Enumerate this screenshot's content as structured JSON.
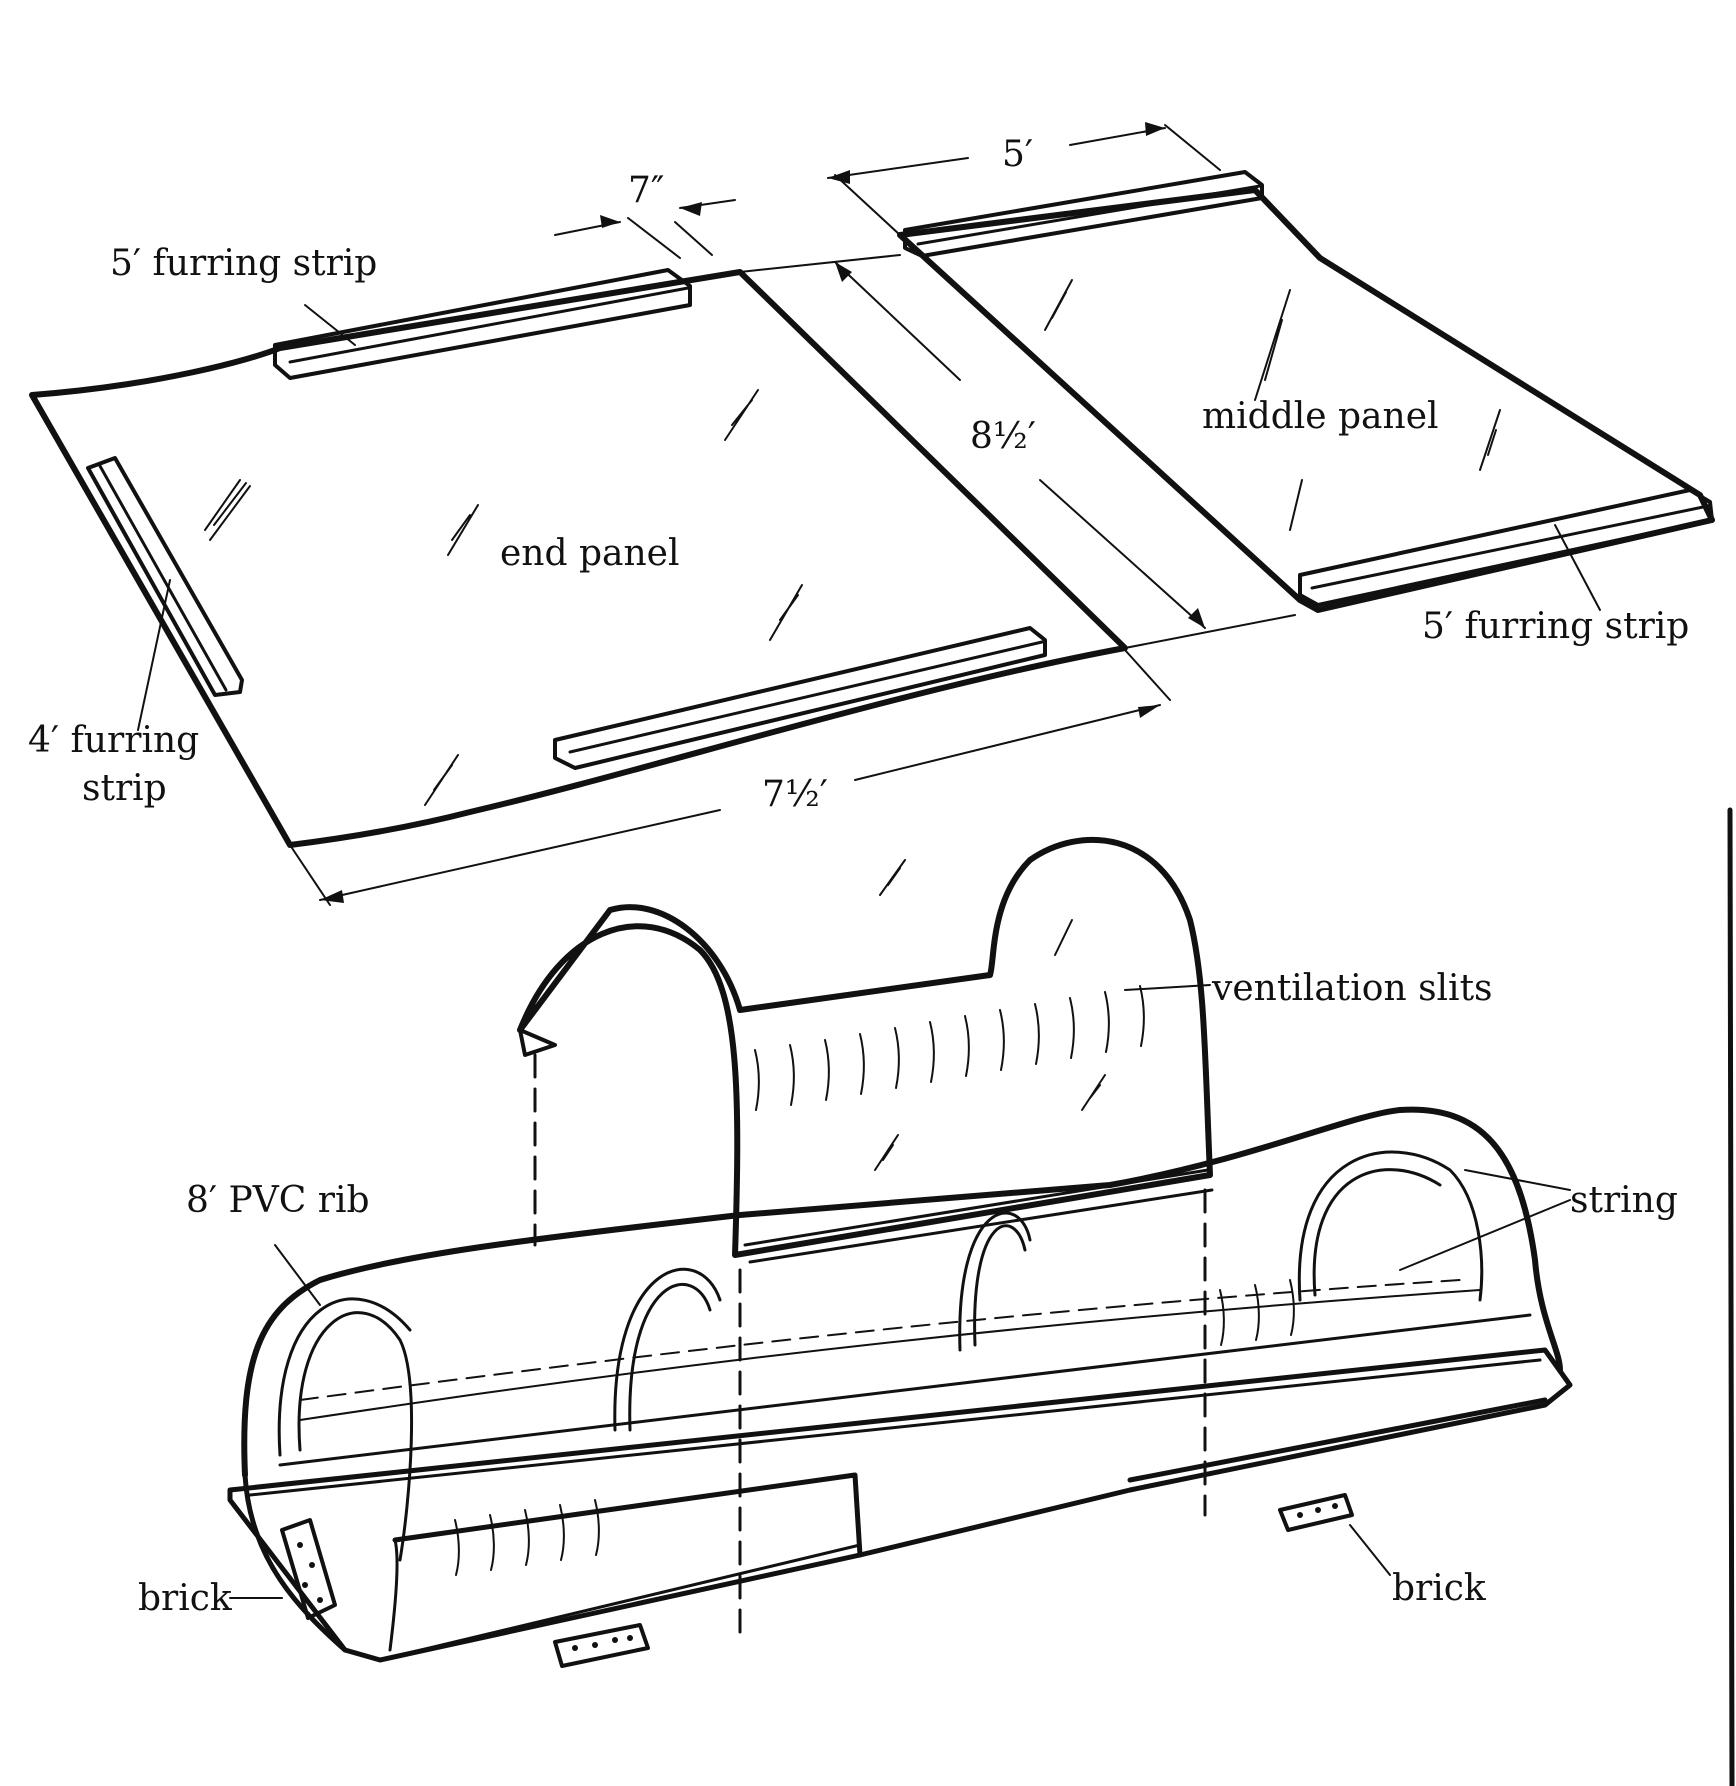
{
  "labels": {
    "dim_7in": "7″",
    "dim_5ft": "5′",
    "furring_top": "5′ furring strip",
    "middle_panel": "middle panel",
    "dim_8half": "8½′",
    "end_panel": "end panel",
    "furring_right": "5′ furring strip",
    "furring_4ft_line1": "4′ furring",
    "furring_4ft_line2": "strip",
    "dim_7half": "7½′",
    "ventilation": "ventilation slits",
    "pvc_rib": "8′ PVC rib",
    "string": "string",
    "brick_left": "brick",
    "brick_right": "brick"
  }
}
